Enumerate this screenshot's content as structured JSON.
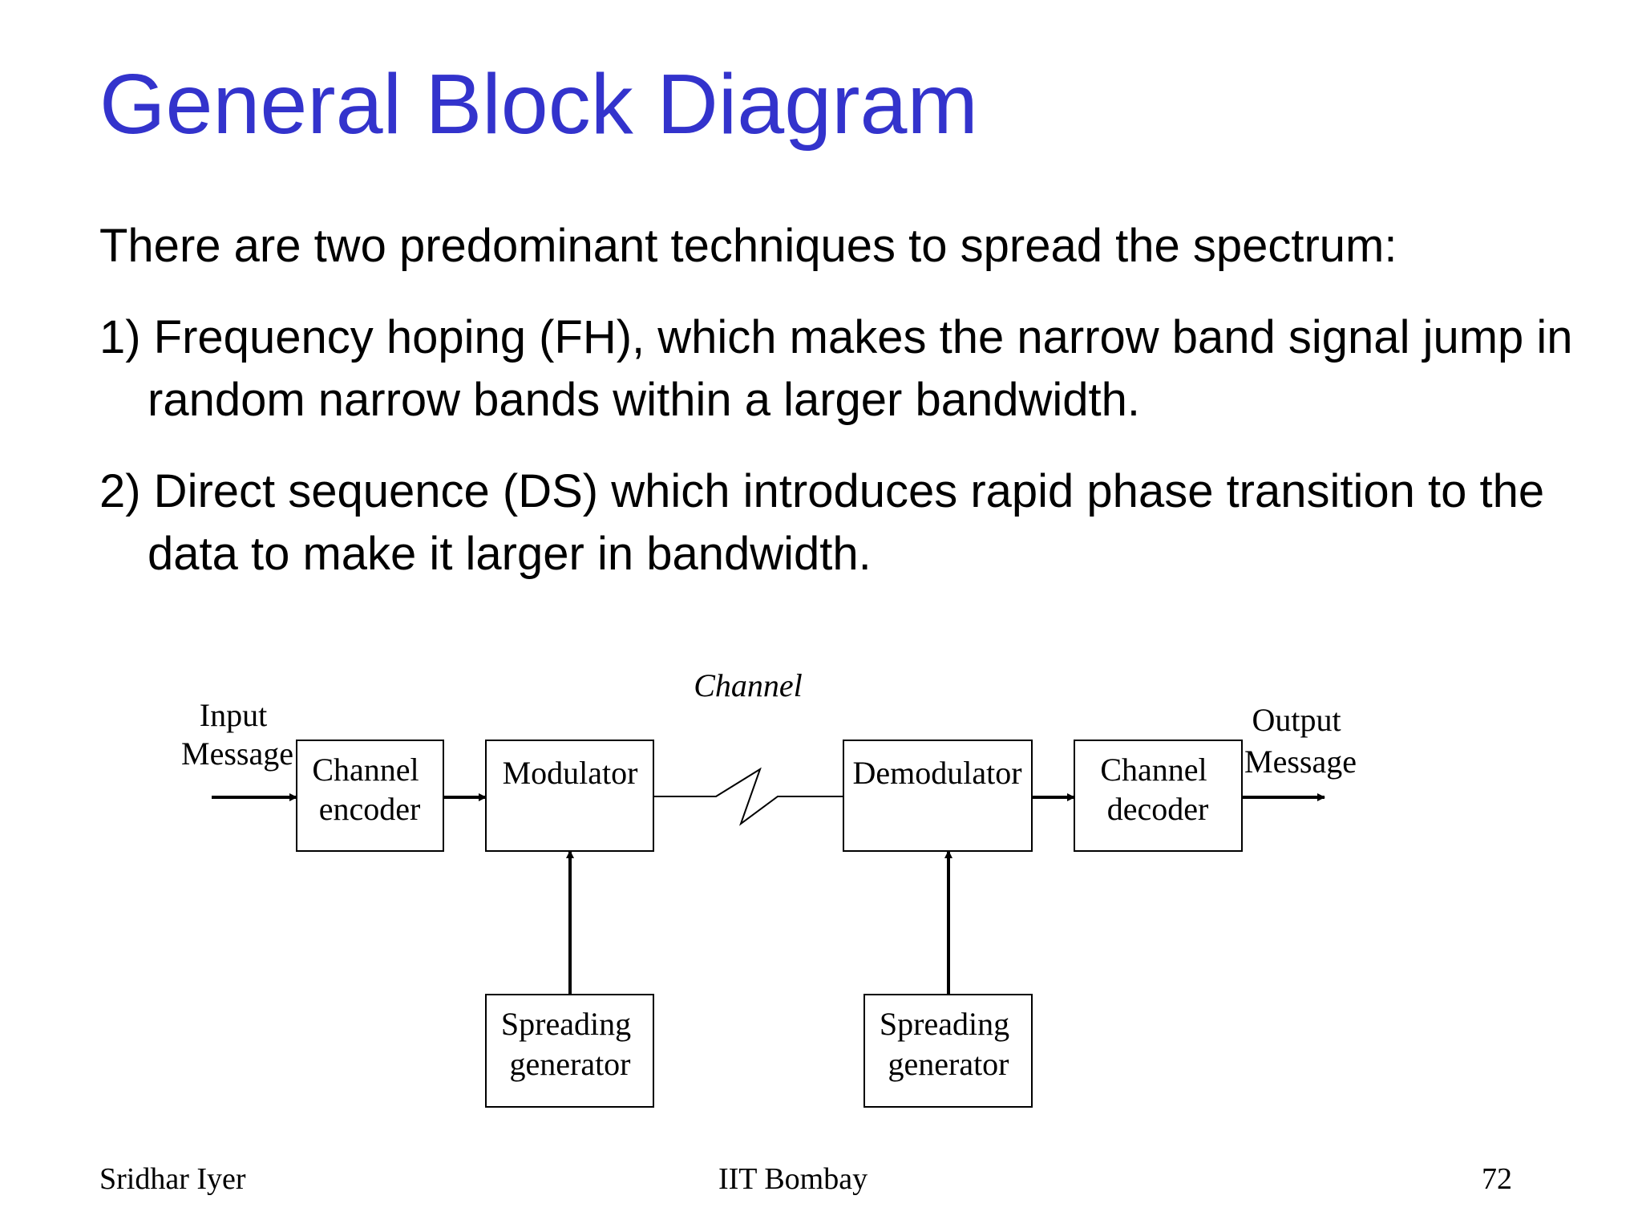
{
  "slide": {
    "title": "General Block Diagram",
    "intro": "There are two predominant techniques to spread the spectrum:",
    "points": [
      "1) Frequency hoping (FH), which makes the narrow band signal jump in random narrow bands within a larger bandwidth.",
      "2) Direct sequence (DS) which introduces rapid phase transition to the data to make it larger in bandwidth."
    ]
  },
  "diagram": {
    "input_label": [
      "Input",
      "Message"
    ],
    "output_label": [
      "Output",
      "Message"
    ],
    "channel_label": "Channel",
    "channel_encoder": [
      "Channel",
      "encoder"
    ],
    "modulator": "Modulator",
    "demodulator": "Demodulator",
    "channel_decoder": [
      "Channel",
      "decoder"
    ],
    "spreading_generator_tx": [
      "Spreading",
      "generator"
    ],
    "spreading_generator_rx": [
      "Spreading",
      "generator"
    ]
  },
  "footer": {
    "author": "Sridhar Iyer",
    "institution": "IIT Bombay",
    "page_number": "72"
  }
}
